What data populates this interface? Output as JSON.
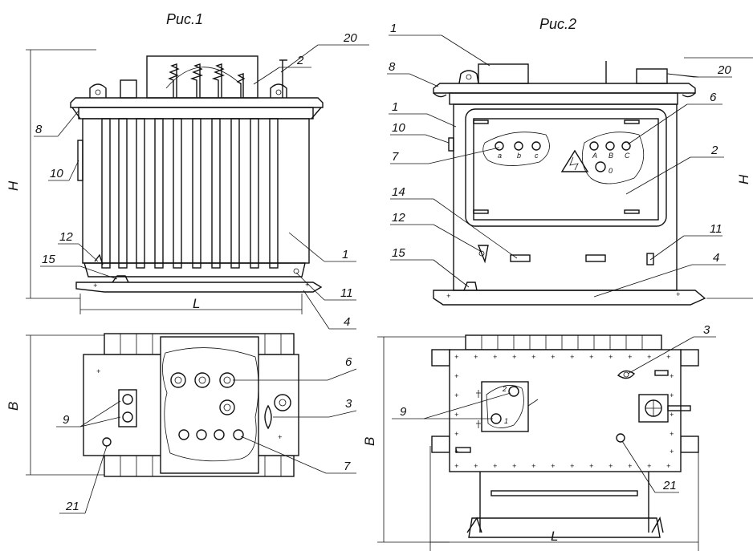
{
  "figure1": {
    "title": "Рис.1",
    "dim_height": "H",
    "dim_length": "L",
    "dim_width": "B",
    "callouts_side": [
      "20",
      "2",
      "8",
      "10",
      "12",
      "15",
      "1",
      "11",
      "4"
    ],
    "callouts_top": [
      "6",
      "3",
      "7",
      "9",
      "21"
    ]
  },
  "figure2": {
    "title": "Рис.2",
    "dim_height": "H",
    "dim_length": "L",
    "dim_width": "B",
    "callouts_front": [
      "1",
      "8",
      "20",
      "1",
      "6",
      "10",
      "7",
      "2",
      "14",
      "12",
      "11",
      "15",
      "4"
    ],
    "callouts_top": [
      "3",
      "9",
      "21"
    ],
    "terminal_labels_lv": [
      "a",
      "b",
      "c"
    ],
    "terminal_labels_hv": [
      "A",
      "B",
      "C"
    ],
    "neutral_label": "0",
    "switch_positions": [
      "2",
      "1"
    ]
  }
}
